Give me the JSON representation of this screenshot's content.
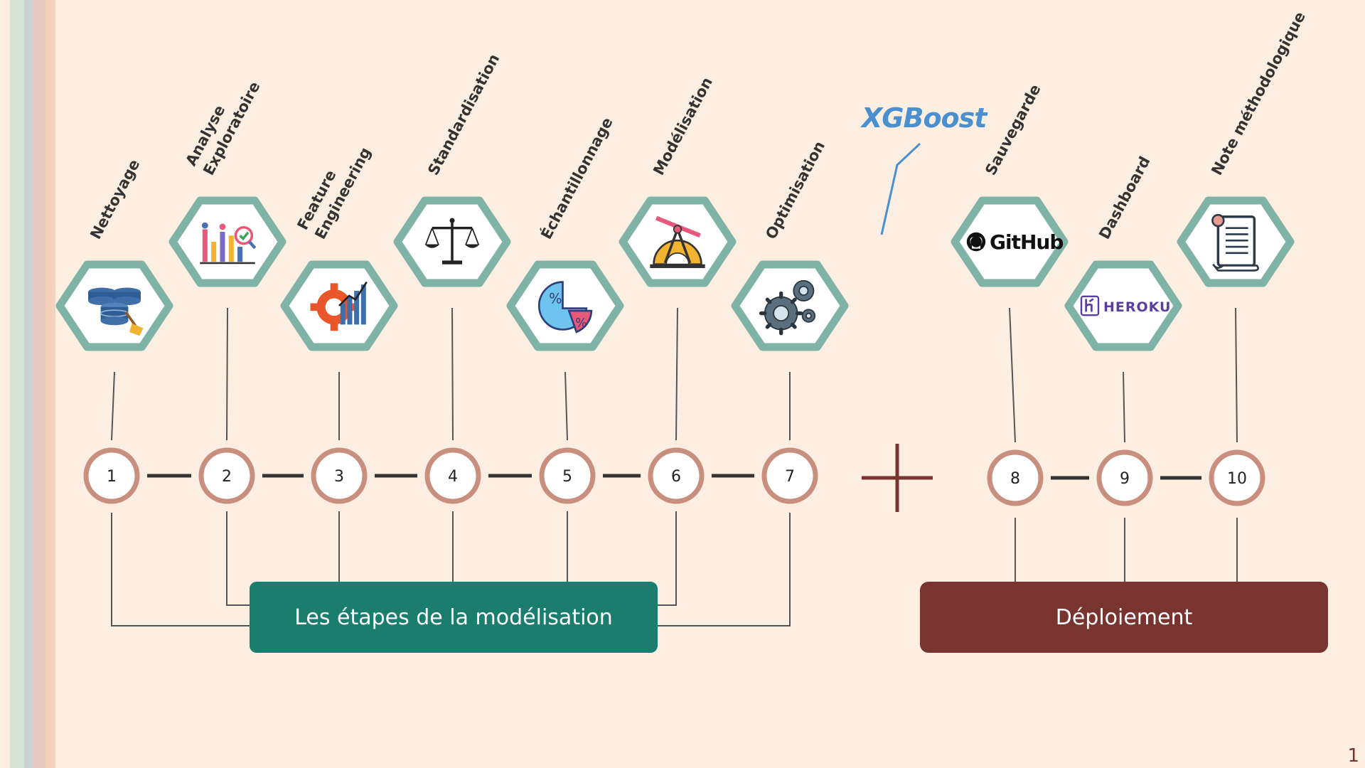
{
  "modelisation": {
    "title": "Les étapes de la modélisation",
    "steps": [
      {
        "num": "1",
        "label_lines": [
          "Nettoyage"
        ],
        "icon": "database-cleaning-icon"
      },
      {
        "num": "2",
        "label_lines": [
          "Analyse",
          "Exploratoire"
        ],
        "icon": "analytics-chart-icon"
      },
      {
        "num": "3",
        "label_lines": [
          "Feature",
          "Engineering"
        ],
        "icon": "gear-chart-icon"
      },
      {
        "num": "4",
        "label_lines": [
          "Standardisation"
        ],
        "icon": "balance-scale-icon"
      },
      {
        "num": "5",
        "label_lines": [
          "Échantillonnage"
        ],
        "icon": "percentage-pie-icon"
      },
      {
        "num": "6",
        "label_lines": [
          "Modélisation"
        ],
        "icon": "compass-protractor-icon"
      },
      {
        "num": "7",
        "label_lines": [
          "Optimisation"
        ],
        "icon": "gears-icon"
      }
    ]
  },
  "model_name": "XGBoost",
  "deploiement": {
    "title": "Déploiement",
    "steps": [
      {
        "num": "8",
        "label_lines": [
          "Sauvegarde"
        ],
        "icon": "github-logo-icon",
        "logo_text": "GitHub"
      },
      {
        "num": "9",
        "label_lines": [
          "Dashboard"
        ],
        "icon": "heroku-logo-icon",
        "logo_text": "HEROKU"
      },
      {
        "num": "10",
        "label_lines": [
          "Note méthodologique"
        ],
        "icon": "scroll-document-icon"
      }
    ]
  },
  "page_number": "1",
  "colors": {
    "background": "#fcefe2",
    "hex_border": "#7fb3a6",
    "circle_border": "#c98f7e",
    "modelisation_box": "#1a7d6d",
    "deploiement_box": "#7a3430",
    "xgboost_text": "#4a90d0",
    "plus_sign": "#7a3430"
  }
}
